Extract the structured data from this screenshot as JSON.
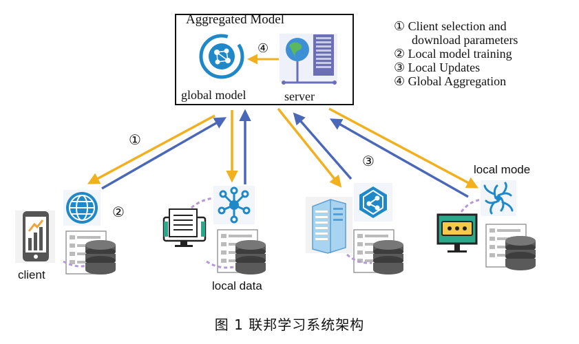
{
  "aggregated": {
    "title": "Aggregated Model",
    "global_label": "global model",
    "server_label": "server"
  },
  "legend": {
    "line1a": "① Client selection and",
    "line1b": "download parameters",
    "line2": "② Local model training",
    "line3": "③ Local Updates",
    "line4": "④ Global Aggregation"
  },
  "steps": {
    "s1": "①",
    "s2": "②",
    "s3": "③",
    "s4": "④"
  },
  "labels": {
    "client": "client",
    "local_data": "local data",
    "local_mode": "local mode"
  },
  "caption": "图 1   联邦学习系统架构",
  "colors": {
    "download_arrow": "#f2b01e",
    "upload_arrow": "#4a67b8",
    "icon_blue": "#1e88c8",
    "database": "#555555",
    "dashed_link": "#b59ad6"
  },
  "icons": [
    "globe-network-icon",
    "server-rack-icon",
    "smartphone-chart-icon",
    "globe-icon",
    "document-computer-icon",
    "molecule-icon",
    "server-cabinet-icon",
    "hexagon-share-icon",
    "monitor-chat-icon",
    "neural-burst-icon",
    "database-icon",
    "list-document-icon"
  ]
}
